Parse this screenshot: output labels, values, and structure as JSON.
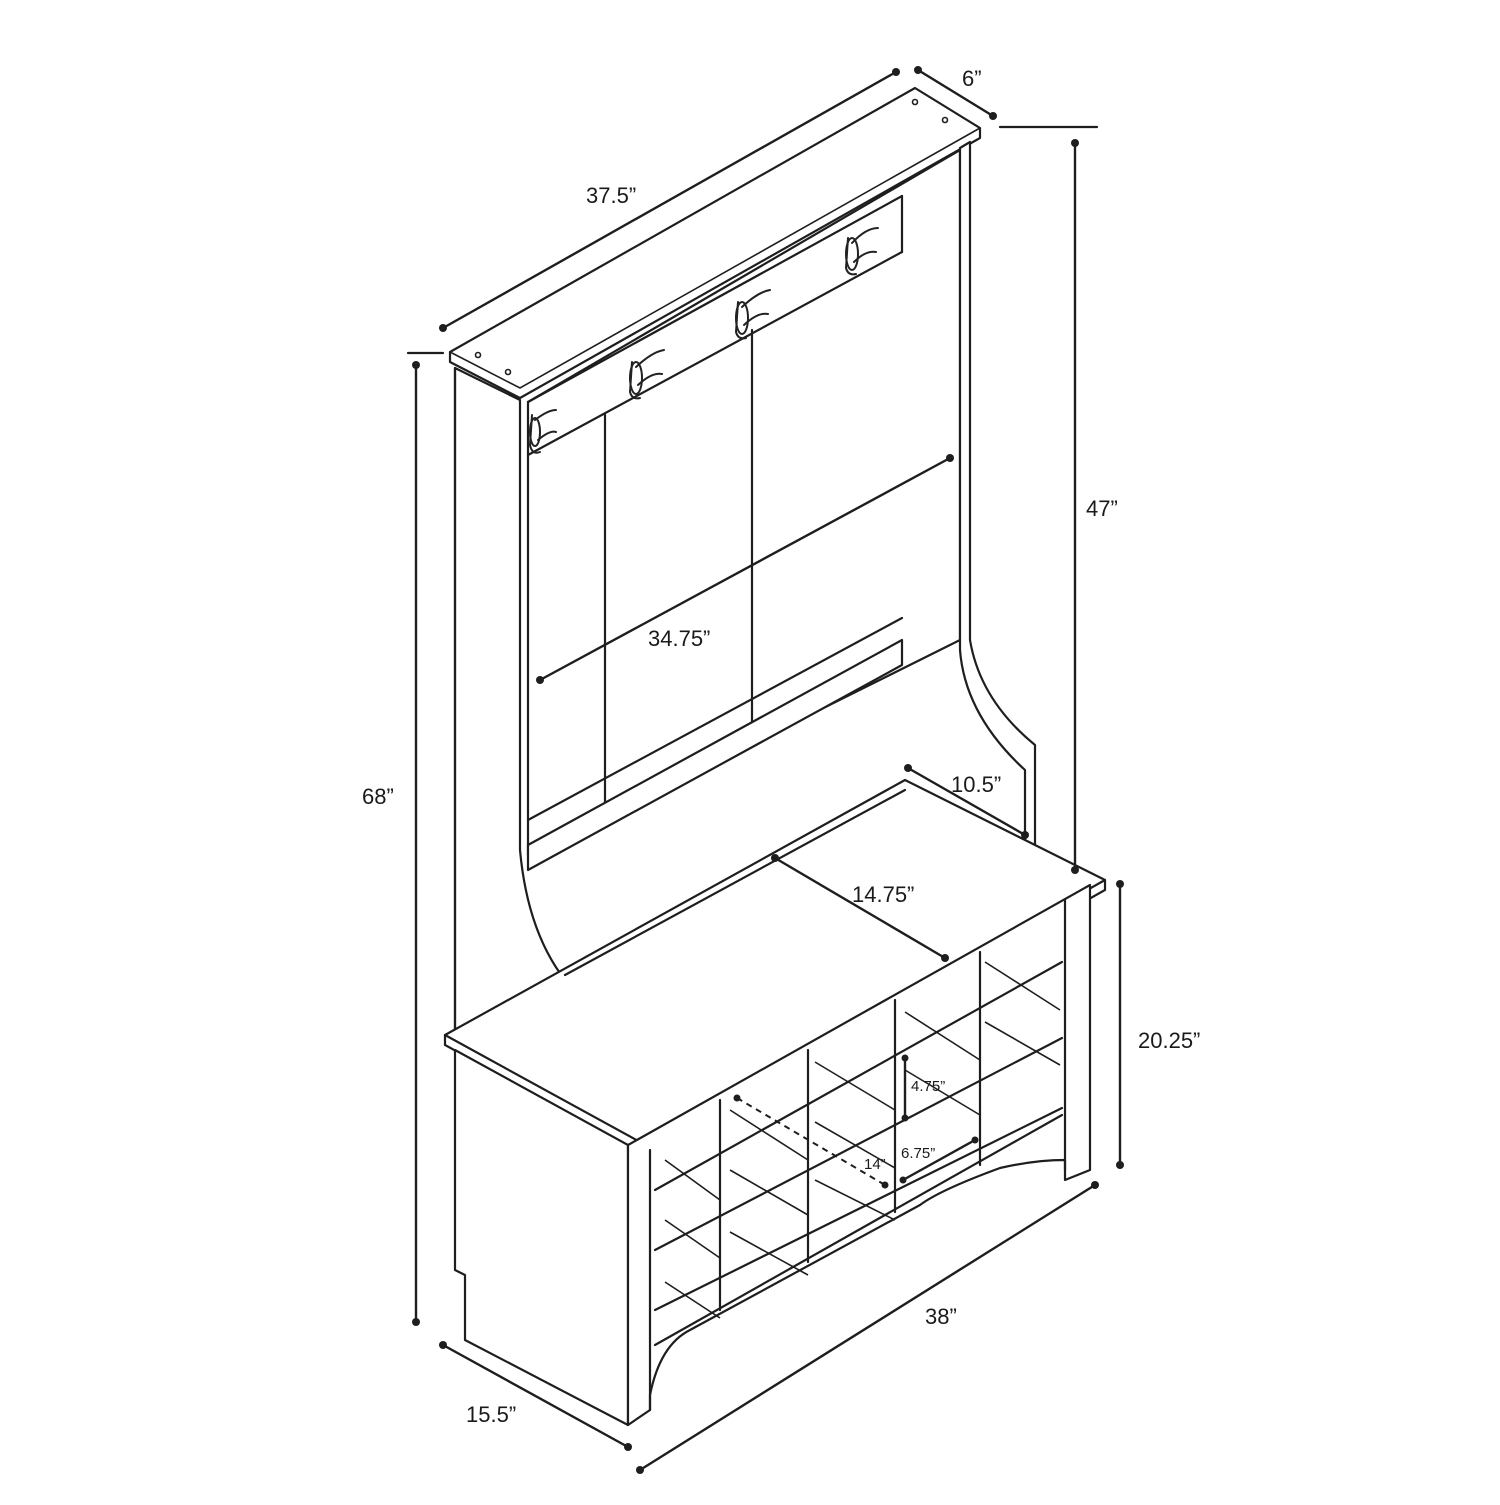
{
  "diagram": {
    "dimensions": {
      "top_depth": "6”",
      "top_width": "37.5”",
      "upper_height": "47”",
      "total_height": "68”",
      "panel_width": "34.75”",
      "bench_depth": "10.5”",
      "seat_depth": "14.75”",
      "bench_height": "20.25”",
      "cubby_height": "4.75”",
      "cubby_width": "6.75”",
      "cubby_depth": "14”",
      "base_width": "38”",
      "base_depth": "15.5”"
    },
    "icons": {
      "hook": "coat-hook-icon"
    }
  }
}
